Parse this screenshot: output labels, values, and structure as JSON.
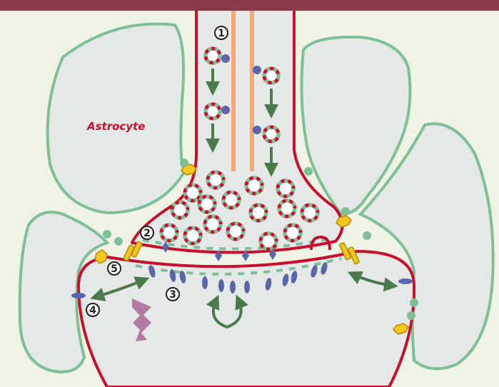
{
  "labels": {
    "astrocyte": "Astrocyte",
    "n1": "1",
    "n2": "2",
    "n3": "3",
    "n4": "4",
    "n5": "5"
  },
  "colors": {
    "background": "#eef3e6",
    "top_band": "#8a3b45",
    "neuron_fill": "#e4e9e8",
    "astrocyte_fill": "#e4e9e8",
    "astrocyte_outline": "#7fbf96",
    "membrane": "#c8102e",
    "vesicle_dash": "#7fbf96",
    "receptor": "#5a66a8",
    "arrow": "#4c7a4c",
    "transporter": "#f2c81c",
    "microtubule": "#f4a87a",
    "signal": "#b57aa0",
    "label_red": "#c8102e"
  }
}
